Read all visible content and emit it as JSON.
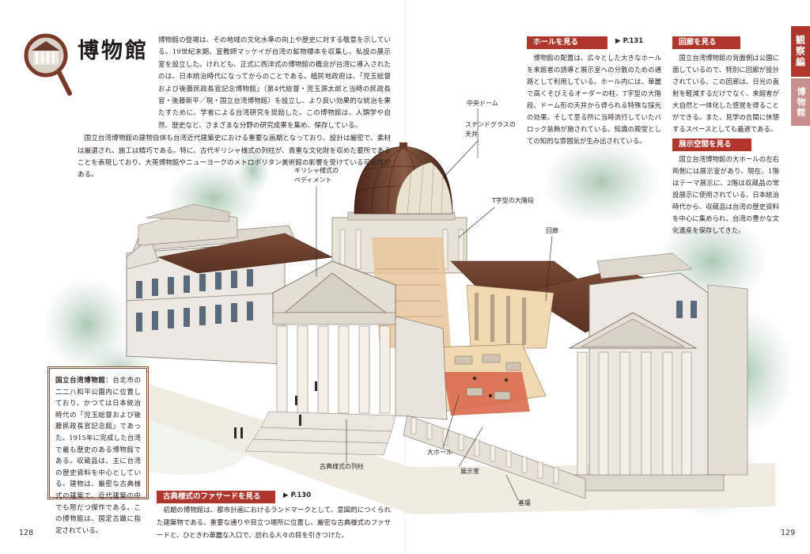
{
  "page": {
    "title": "博物館",
    "left_page_number": "128",
    "right_page_number": "129"
  },
  "intro": {
    "p1": "博物館の登場は、その地域の文化水準の向上や歴史に対する敬意を示している。19世紀末期、宣教師マッケイが台湾の鉱物標本を収集し、私設の展示室を設立した。けれども、正式に西洋式の博物館の概念が台湾に導入されたのは、日本統治時代になってからのことである。植民地政府は、「児玉総督および後藤民政長官記念博物館」（第4代総督・児玉源太郎と当時の民政長官・後藤新平／現・国立台湾博物館）を設立し、より良い効果的な統治を果たすために、学者による台湾研究を奨励した。この博物館は、人類学や自然、歴史など、さまざまな分野の研究成果を集め、保存している。",
    "p2": "国立台湾博物館の建物自体も台湾近代建築史における重要な画期となっており、設計は厳密で、素材は厳選され、施工は精巧である。特に、古代ギリシャ様式の列柱が、貴重な文化財を収めた要所であることを表現しており、大英博物館やニューヨークのメトロポリタン美術館の影響を受けている可能性がある。"
  },
  "callouts": {
    "central_dome": "中央ドーム",
    "stained_glass": "ステンドグラスの\n天井",
    "greek_pediment": "ギリシャ様式の\nペディメント",
    "t_stair": "T字型の大階段",
    "corridor": "回廊",
    "great_hall": "大ホール",
    "exhibit_room": "展示室",
    "classical_columns": "古典様式の列柱",
    "foundation": "基壇"
  },
  "panels": {
    "hall": {
      "title": "ホールを見る",
      "ref": "▶ P.131",
      "text": "博物館の配置は、広々とした大きなホールを来館者の誘導と展示室への分散のための通路として利用している。ホール内には、華麗で高くそびえるオーダーの柱、T字型の大階段、ドーム形の天井から得られる特殊な採光の効果、そして至る所に当時流行していたバロック装飾が施されている。知識の殿堂としての知的な雰囲気が生み出されている。"
    },
    "corridor": {
      "title": "回廊を見る",
      "text": "国立台湾博物館の背面側は公園に面しているので、特別に回廊が設計されている。この回廊は、日光の直射を軽減するだけでなく、来館者が大自然と一体化した感覚を得ることができる。また、見学の合間に休憩するスペースとしても最適である。"
    },
    "exhibit": {
      "title": "展示空間を見る",
      "text": "国立台湾博物館の大ホールの左右両側には展示室があり、現在、1階はテーマ展示に、2階は収蔵品の常設展示に使用されている。日本統治時代から、収蔵品は台湾の歴史資料を中心に集められ、台湾の豊かな文化遺産を保存してきた。"
    },
    "facade": {
      "title": "古典様式のファサードを見る",
      "ref": "▶ P.130",
      "text": "初期の博物館は、都市計画におけるランドマークとして、意図的につくられた建築物である。重要な通りや目立つ場所に位置し、厳密な古典様式のファサードと、ひときわ華麗な入口で、訪れる人々の目を引きつけた。"
    }
  },
  "note": {
    "heading": "国立台湾博物館",
    "text": "：台北市の二二八和平公園内に位置しており、かつては日本統治時代の「児玉総督および後藤民政長官記念館」であった。1915年に完成した台湾で最も歴史のある博物館である。収蔵品は、主に台湾の歴史資料を中心としている。建物は、厳密な古典様式の建築で、近代建築の中でも際だつ傑作である。この博物館は、国定古蹟に指定されている。"
  },
  "tabs": {
    "section": "観察編",
    "topic": "博物館"
  },
  "colors": {
    "accent": "#b0352b",
    "tab_light": "#c98f8c",
    "roof": "#6b3d2c",
    "dome": "#5a2e22"
  }
}
